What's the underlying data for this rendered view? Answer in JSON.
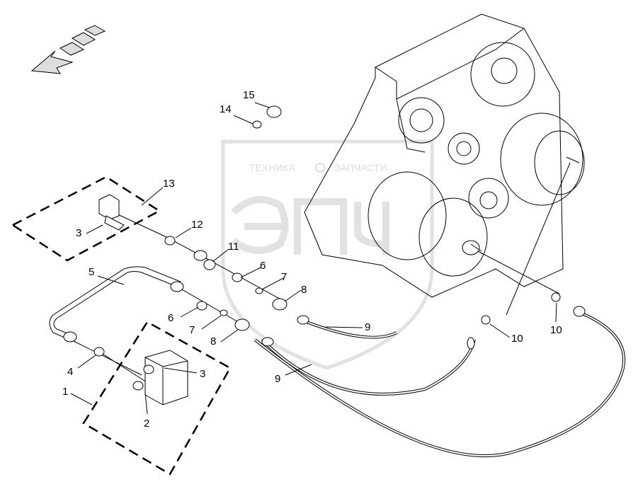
{
  "watermark": {
    "text_left": "ТЕХНИКА",
    "text_right": "ЗАПЧАСТИ",
    "logo_letters": "ЭПЧ"
  },
  "callouts": [
    {
      "id": "c15",
      "text": "15"
    },
    {
      "id": "c14",
      "text": "14"
    },
    {
      "id": "c13",
      "text": "13"
    },
    {
      "id": "c12",
      "text": "12"
    },
    {
      "id": "c3a",
      "text": "3"
    },
    {
      "id": "c11",
      "text": "11"
    },
    {
      "id": "c5",
      "text": "5"
    },
    {
      "id": "c6a",
      "text": "6"
    },
    {
      "id": "c7a",
      "text": "7"
    },
    {
      "id": "c8a",
      "text": "8"
    },
    {
      "id": "c6b",
      "text": "6"
    },
    {
      "id": "c7b",
      "text": "7"
    },
    {
      "id": "c9a",
      "text": "9"
    },
    {
      "id": "c8b",
      "text": "8"
    },
    {
      "id": "c10a",
      "text": "10"
    },
    {
      "id": "c10b",
      "text": "10"
    },
    {
      "id": "c4",
      "text": "4"
    },
    {
      "id": "c3b",
      "text": "3"
    },
    {
      "id": "c9b",
      "text": "9"
    },
    {
      "id": "c1",
      "text": "1"
    },
    {
      "id": "c2",
      "text": "2"
    }
  ]
}
